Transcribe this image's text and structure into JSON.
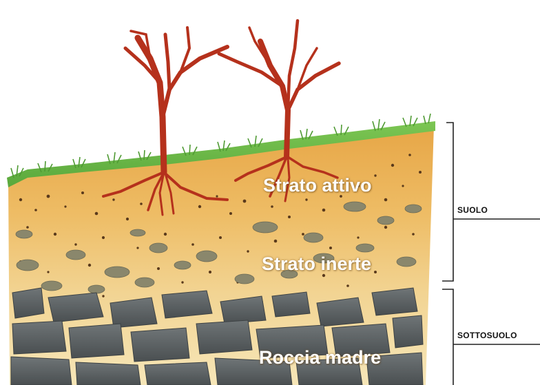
{
  "layers": {
    "active": "Strato attivo",
    "inert": "Strato inerte",
    "bedrock": "Roccia madre"
  },
  "zones": {
    "soil": "SUOLO",
    "subsoil": "SOTTOSUOLO"
  },
  "colors": {
    "grass": "#6fbf4a",
    "active_soil": "#e9a94a",
    "inert_soil": "#f3dca0",
    "bedrock": "#5e6466",
    "tree": "#b5311c",
    "pebble": "#8c8a6a",
    "bracket": "#222222"
  },
  "icons": [
    "tree-icon",
    "tree-icon",
    "grass-icon",
    "rock-icon"
  ]
}
